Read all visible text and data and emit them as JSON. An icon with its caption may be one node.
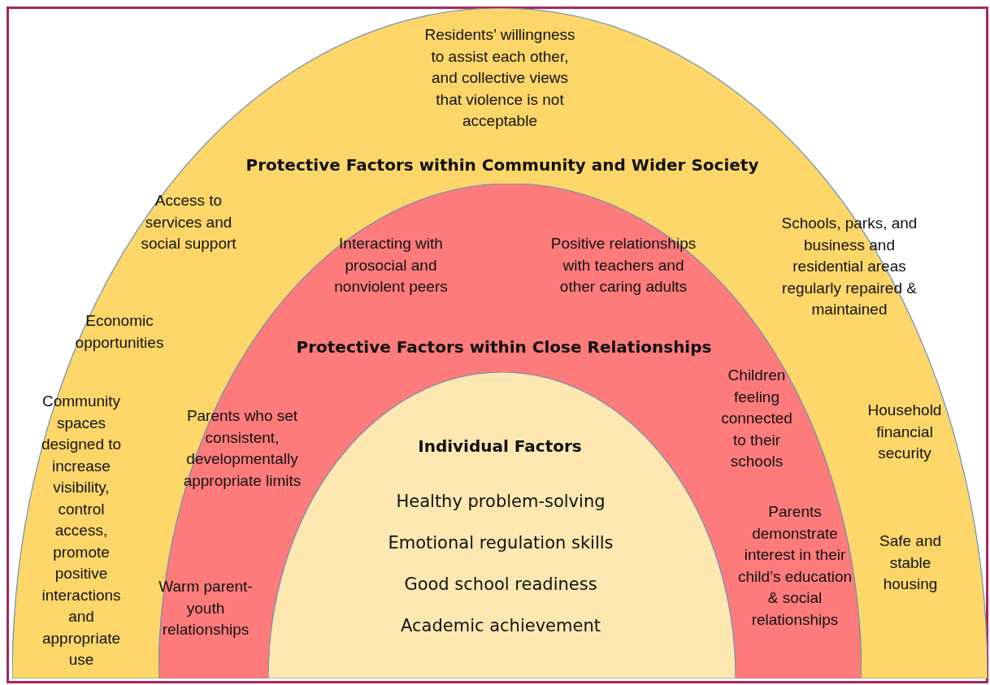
{
  "diagram": {
    "nodes": [
      {
        "text": [
          "Residents’ willingness to assist each other, and collective views that violence is not acceptable",
          "Protective Factors within Community and Wider Society",
          "Access to services and social support",
          "Schools, parks, and business and residential areas regularly repaired & maintained",
          "Economic opportunities",
          "Community spaces designed to increase visibility, control access, promote positive interactions and appropriate use",
          "Household financial security",
          "Safe and stable housing"
        ]
      },
      {
        "text": [
          "Interacting with prosocial and nonviolent peers",
          "Positive relationships with teachers and other caring adults",
          "Protective Factors within Close Relationships",
          "Children feeling connected to their schools",
          "Parents who set consistent, developmentally appropriate limits",
          "Parents demonstrate interest in their child’s education & social relationships",
          "Warm parent-youth relationships"
        ],
        "in": 0
      },
      {
        "text": [
          "Individual Factors",
          "Healthy problem-solving",
          "Emotional regulation skills",
          "Good school readiness",
          "Academic achievement"
        ],
        "in": 1
      }
    ]
  }
}
